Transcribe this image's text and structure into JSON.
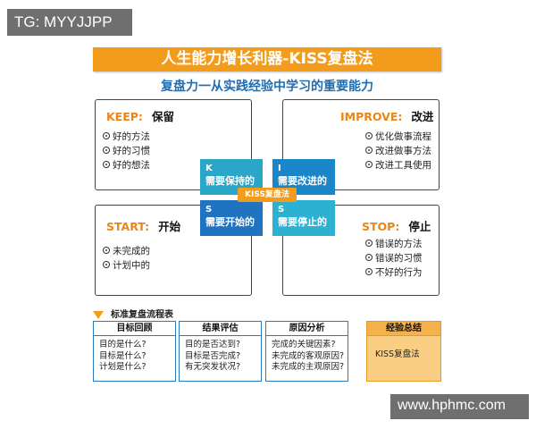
{
  "watermarks": {
    "top": "TG: MYYJJPP",
    "bottom": "www.hphmc.com"
  },
  "title": "人生能力增长利器-KISS复盘法",
  "subtitle": "复盘力一从实践经验中学习的重要能力",
  "quadrants": {
    "keep": {
      "en": "KEEP:",
      "cn": "保留",
      "items": [
        "好的方法",
        "好的习惯",
        "好的想法"
      ]
    },
    "improve": {
      "en": "IMPROVE:",
      "cn": "改进",
      "items": [
        "优化做事流程",
        "改进做事方法",
        "改进工具使用"
      ]
    },
    "start": {
      "en": "START:",
      "cn": "开始",
      "items": [
        "未完成的",
        "计划中的"
      ]
    },
    "stop": {
      "en": "STOP:",
      "cn": "停止",
      "items": [
        "错误的方法",
        "错误的习惯",
        "不好的行为"
      ]
    }
  },
  "tiles": {
    "k": {
      "letter": "K",
      "label": "需要保持的",
      "color": "#2aa6c9"
    },
    "i": {
      "letter": "I",
      "label": "需要改进的",
      "color": "#1a86c8"
    },
    "s": {
      "letter": "S",
      "label": "需要开始的",
      "color": "#1f73c0"
    },
    "s2": {
      "letter": "S",
      "label": "需要停止的",
      "color": "#2cb1d2"
    }
  },
  "center_badge": "KISS复盘法",
  "standard_table": {
    "heading": "标准复盘流程表",
    "columns": [
      {
        "header": "目标回顾",
        "lines": [
          "目的是什么?",
          "目标是什么?",
          "计划是什么?"
        ]
      },
      {
        "header": "结果评估",
        "lines": [
          "目的是否达到?",
          "目标是否完成?",
          "有无突发状况?"
        ]
      },
      {
        "header": "原因分析",
        "lines": [
          "完成的关键因素?",
          "未完成的客观原因?",
          "未完成的主观原因?"
        ]
      },
      {
        "header": "经验总结",
        "lines": [
          "KISS复盘法"
        ]
      }
    ]
  },
  "colors": {
    "accent_orange": "#f39c1b",
    "brand_blue": "#1d6fb5"
  }
}
